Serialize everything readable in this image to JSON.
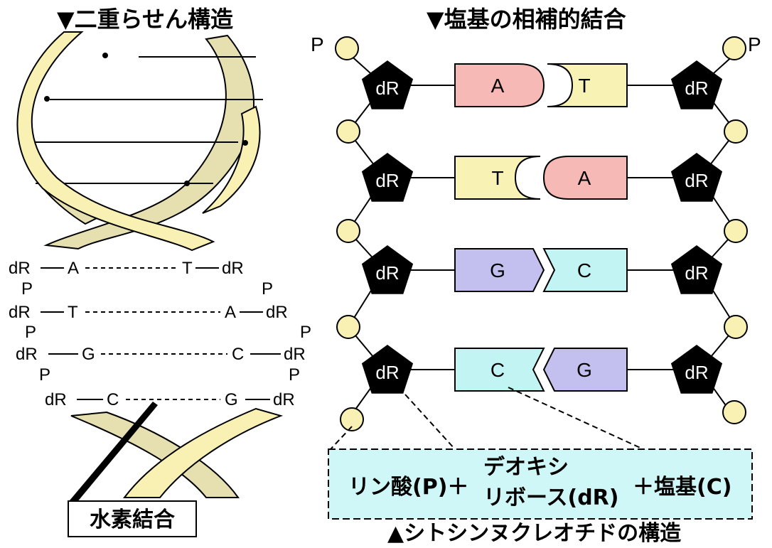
{
  "left_title": "▼二重らせん構造",
  "right_title": "▼塩基の相補的結合",
  "bottom_caption": "▲シトシンヌクレオチドの構造",
  "hydrogen_bond_box": "水素結合",
  "phosphate_label": "P",
  "sugar_label": "dR",
  "ladder_pairs": [
    {
      "left_base": "A",
      "right_base": "T"
    },
    {
      "left_base": "T",
      "right_base": "A"
    },
    {
      "left_base": "G",
      "right_base": "C"
    },
    {
      "left_base": "C",
      "right_base": "G"
    }
  ],
  "pairs": [
    {
      "left": "A",
      "right": "T"
    },
    {
      "left": "T",
      "right": "A"
    },
    {
      "left": "G",
      "right": "C"
    },
    {
      "left": "C",
      "right": "G"
    }
  ],
  "base_colors": {
    "A": "#f7b9b5",
    "T": "#f8f2b5",
    "G": "#c3c0f0",
    "C": "#c2f4f4"
  },
  "formula": {
    "part1": "リン酸(P)＋",
    "part2_top": "デオキシ",
    "part2_bottom": "リボース(dR)",
    "part3": "＋塩基(C)"
  }
}
